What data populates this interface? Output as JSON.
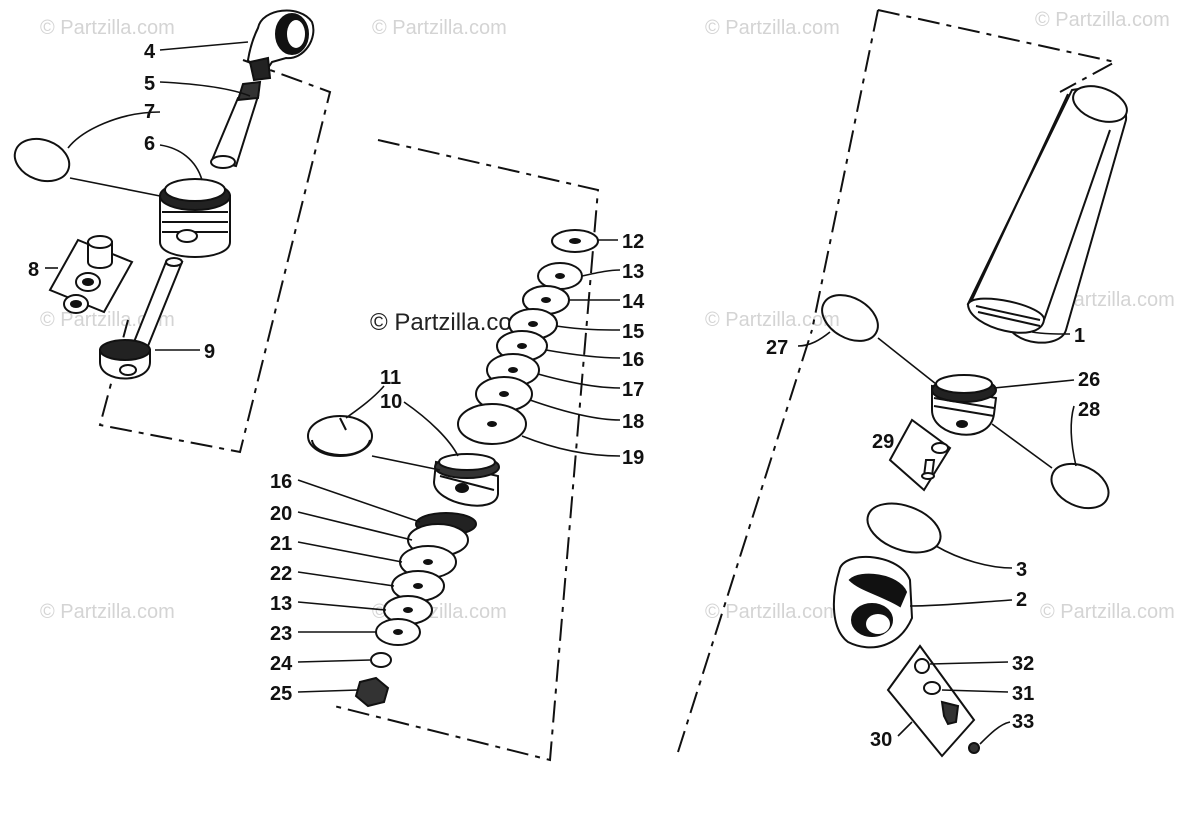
{
  "diagram": {
    "watermark_text": "© Partzilla.com",
    "center_watermark_text": "© Partzilla.com",
    "callouts": {
      "c1": "1",
      "c2": "2",
      "c3": "3",
      "c4": "4",
      "c5": "5",
      "c6": "6",
      "c7": "7",
      "c8": "8",
      "c9": "9",
      "c10": "10",
      "c11": "11",
      "c12": "12",
      "c13a": "13",
      "c13b": "13",
      "c14": "14",
      "c15": "15",
      "c16a": "16",
      "c16b": "16",
      "c17": "17",
      "c18": "18",
      "c19": "19",
      "c20": "20",
      "c21": "21",
      "c22": "22",
      "c23": "23",
      "c24": "24",
      "c25": "25",
      "c26": "26",
      "c27": "27",
      "c28": "28",
      "c29": "29",
      "c30": "30",
      "c31": "31",
      "c32": "32",
      "c33": "33"
    }
  }
}
